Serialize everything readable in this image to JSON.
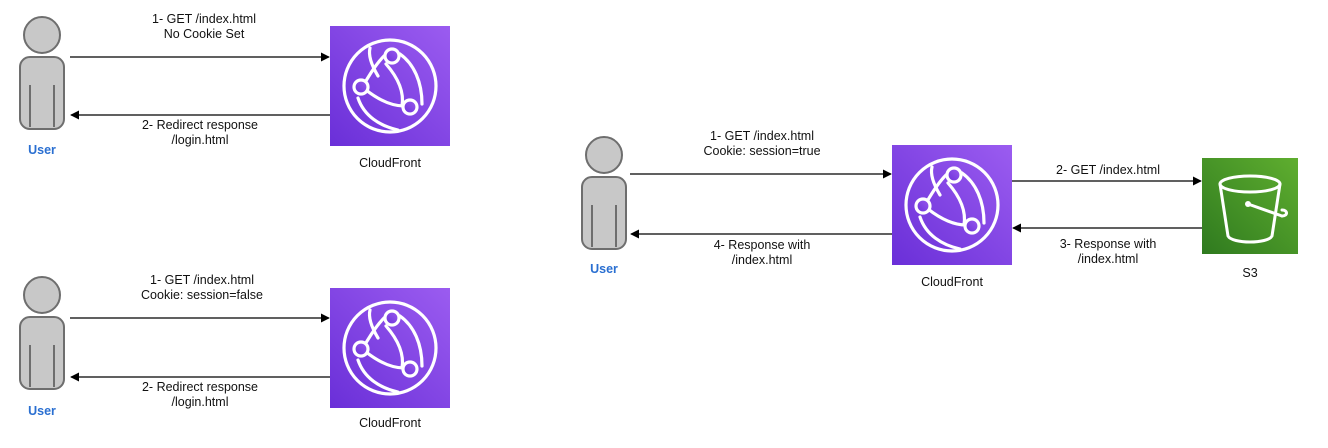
{
  "scene1": {
    "user_label": "User",
    "node_label": "CloudFront",
    "arrow1": [
      "1- GET /index.html",
      "No Cookie Set"
    ],
    "arrow2": [
      "2- Redirect response",
      "/login.html"
    ]
  },
  "scene2": {
    "user_label": "User",
    "node_label": "CloudFront",
    "arrow1": [
      "1- GET /index.html",
      "Cookie: session=false"
    ],
    "arrow2": [
      "2- Redirect response",
      "/login.html"
    ]
  },
  "scene3": {
    "user_label": "User",
    "node_label": "CloudFront",
    "s3_label": "S3",
    "arrow1": [
      "1- GET /index.html",
      "Cookie: session=true"
    ],
    "arrow2": [
      "2- GET /index.html"
    ],
    "arrow3": [
      "3- Response with",
      "/index.html"
    ],
    "arrow4": [
      "4- Response with",
      "/index.html"
    ]
  },
  "colors": {
    "user_fill": "#c8c8c8",
    "user_stroke": "#6e6e6e",
    "user_label": "#2a6fd1",
    "cloudfront_top": "#9b5cf0",
    "cloudfront_bottom": "#6a2fd8",
    "s3_top": "#5fae2f",
    "s3_bottom": "#2f7a1f",
    "arrow": "#000000"
  },
  "icons": {
    "user": "user-icon",
    "cloudfront": "cloudfront-globe-icon",
    "s3": "s3-bucket-icon"
  }
}
